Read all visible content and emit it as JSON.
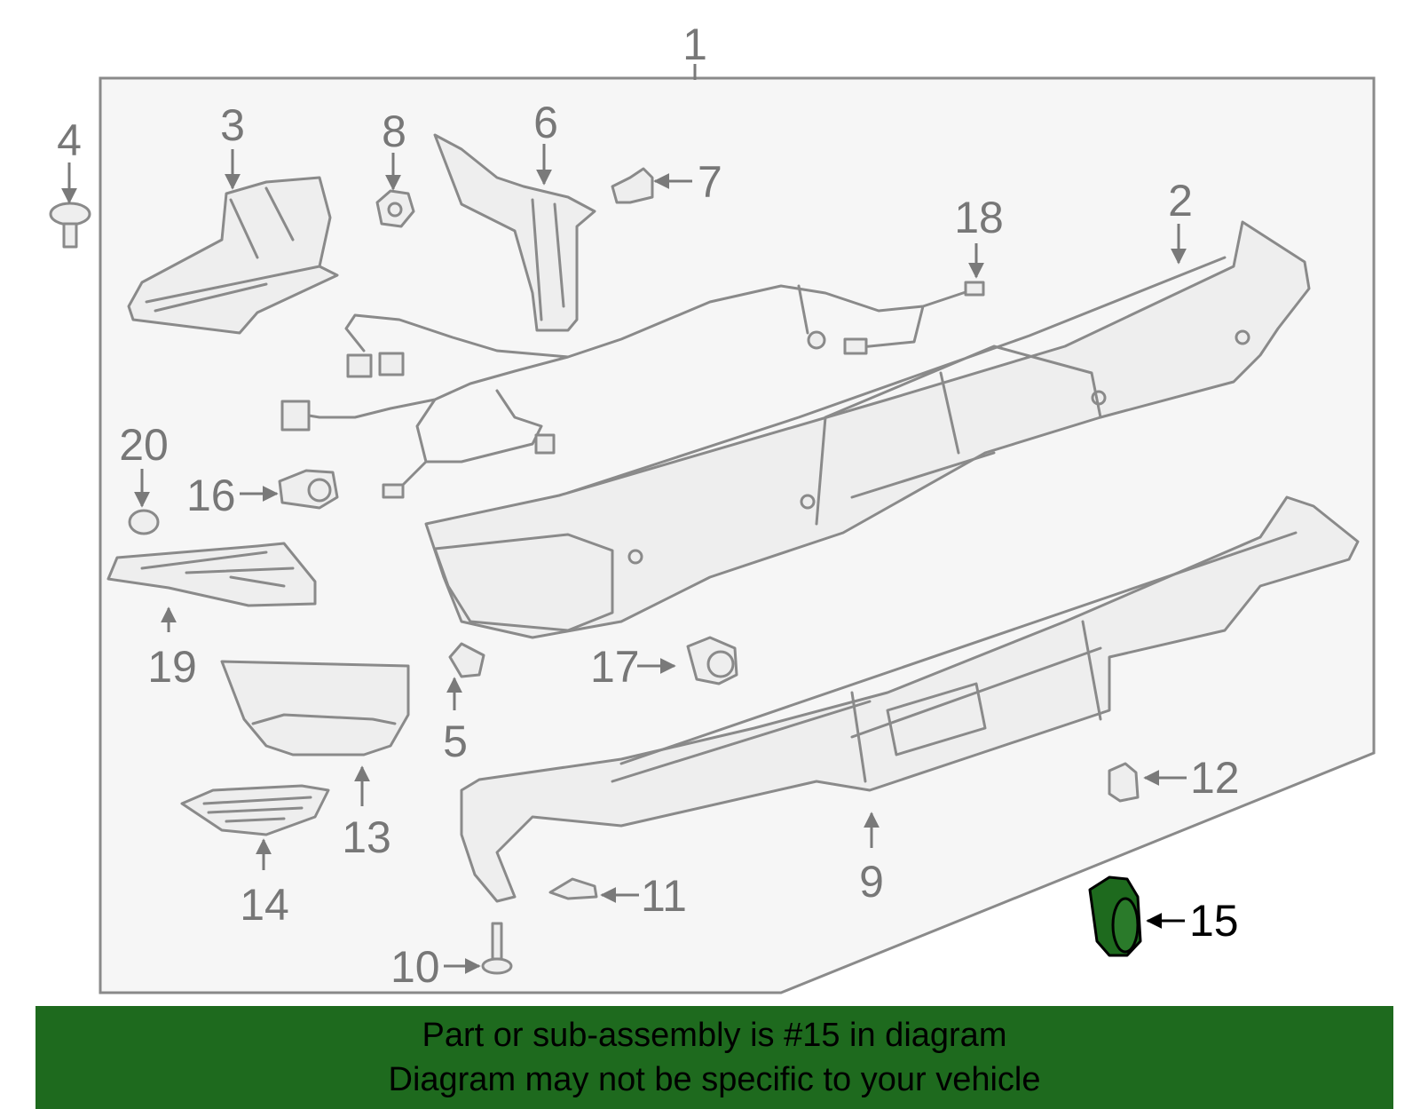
{
  "callouts": [
    "1",
    "2",
    "3",
    "4",
    "5",
    "6",
    "7",
    "8",
    "9",
    "10",
    "11",
    "12",
    "13",
    "14",
    "15",
    "16",
    "17",
    "18",
    "19",
    "20"
  ],
  "highlight": {
    "part_number": "15",
    "color": "#1e6a1e"
  },
  "banner": {
    "line1": "Part or sub-assembly is #15 in diagram",
    "line2": "Diagram may not be specific to your vehicle",
    "background": "#1e6a1e"
  },
  "colors": {
    "panel_fill": "#f6f6f6",
    "part_fill": "#eeeeee",
    "line": "#8a8a8a",
    "label": "#777777"
  }
}
